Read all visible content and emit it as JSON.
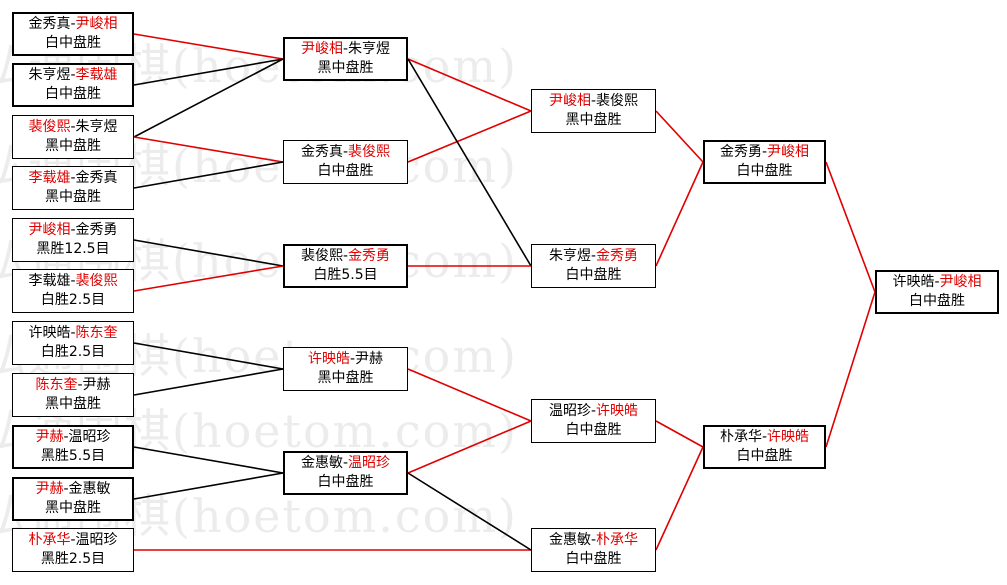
{
  "watermark": "弘通围棋(hoetom.com)",
  "matches": [
    {
      "id": "r1m1",
      "a": "金秀真",
      "b": "尹峻相",
      "winner": "b",
      "result": "白中盘胜"
    },
    {
      "id": "r1m2",
      "a": "朱亨煜",
      "b": "李载雄",
      "winner": "b",
      "result": "白中盘胜"
    },
    {
      "id": "r1m3",
      "a": "裴俊熙",
      "b": "朱亨煜",
      "winner": "a",
      "result": "黑中盘胜"
    },
    {
      "id": "r1m4",
      "a": "李载雄",
      "b": "金秀真",
      "winner": "a",
      "result": "黑中盘胜"
    },
    {
      "id": "r1m5",
      "a": "尹峻相",
      "b": "金秀勇",
      "winner": "a",
      "result": "黑胜12.5目"
    },
    {
      "id": "r1m6",
      "a": "李载雄",
      "b": "裴俊熙",
      "winner": "b",
      "result": "白胜2.5目"
    },
    {
      "id": "r1m7",
      "a": "许映皓",
      "b": "陈东奎",
      "winner": "b",
      "result": "白胜2.5目"
    },
    {
      "id": "r1m8",
      "a": "陈东奎",
      "b": "尹赫",
      "winner": "a",
      "result": "黑中盘胜"
    },
    {
      "id": "r1m9",
      "a": "尹赫",
      "b": "温昭珍",
      "winner": "a",
      "result": "黑胜5.5目"
    },
    {
      "id": "r1m10",
      "a": "尹赫",
      "b": "金惠敏",
      "winner": "a",
      "result": "黑中盘胜"
    },
    {
      "id": "r1m11",
      "a": "朴承华",
      "b": "温昭珍",
      "winner": "a",
      "result": "黑胜2.5目"
    },
    {
      "id": "r2m1",
      "a": "尹峻相",
      "b": "朱亨煜",
      "winner": "a",
      "result": "黑中盘胜"
    },
    {
      "id": "r2m2",
      "a": "金秀真",
      "b": "裴俊熙",
      "winner": "b",
      "result": "白中盘胜"
    },
    {
      "id": "r2m3",
      "a": "裴俊熙",
      "b": "金秀勇",
      "winner": "b",
      "result": "白胜5.5目"
    },
    {
      "id": "r2m4",
      "a": "许映皓",
      "b": "尹赫",
      "winner": "a",
      "result": "黑中盘胜"
    },
    {
      "id": "r2m5",
      "a": "金惠敏",
      "b": "温昭珍",
      "winner": "b",
      "result": "白中盘胜"
    },
    {
      "id": "r3m1",
      "a": "尹峻相",
      "b": "裴俊熙",
      "winner": "a",
      "result": "黑中盘胜"
    },
    {
      "id": "r3m2",
      "a": "朱亨煜",
      "b": "金秀勇",
      "winner": "b",
      "result": "白中盘胜"
    },
    {
      "id": "r3m3",
      "a": "温昭珍",
      "b": "许映皓",
      "winner": "b",
      "result": "白中盘胜"
    },
    {
      "id": "r3m4",
      "a": "金惠敏",
      "b": "朴承华",
      "winner": "b",
      "result": "白中盘胜"
    },
    {
      "id": "r4m1",
      "a": "金秀勇",
      "b": "尹峻相",
      "winner": "b",
      "result": "白中盘胜"
    },
    {
      "id": "r4m2",
      "a": "朴承华",
      "b": "许映皓",
      "winner": "b",
      "result": "白中盘胜"
    },
    {
      "id": "final",
      "a": "许映皓",
      "b": "尹峻相",
      "winner": "b",
      "result": "白中盘胜"
    }
  ],
  "colors": {
    "winner": "#e00000",
    "line_winner": "#e00000",
    "line_other": "#000000",
    "box_border": "#000000",
    "watermark": "#ececec"
  }
}
